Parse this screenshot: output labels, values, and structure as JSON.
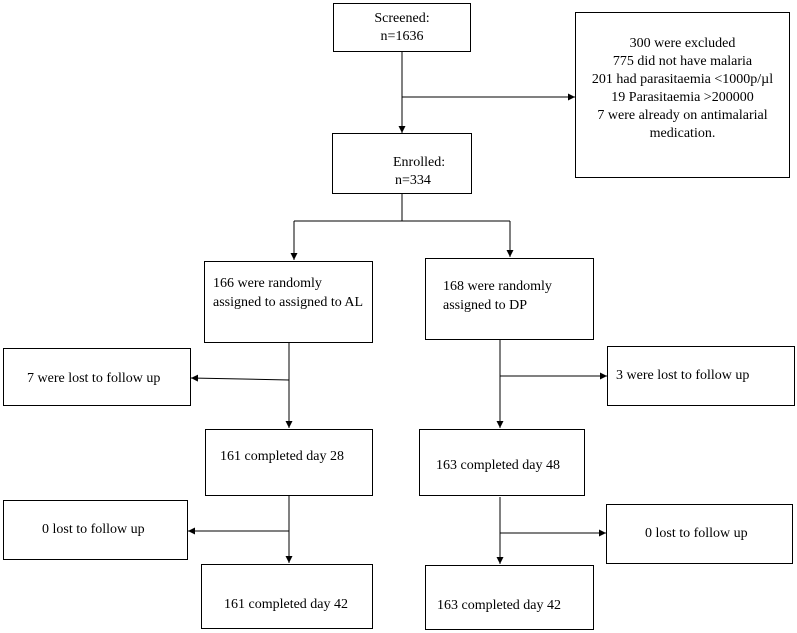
{
  "screened": {
    "line1": "Screened:",
    "line2": "n=1636"
  },
  "excluded": {
    "lines": [
      "300 were excluded",
      "775 did not have malaria",
      "201 had parasitaemia <1000p/µl",
      "19 Parasitaemia >200000",
      "7 were already on antimalarial",
      "medication."
    ]
  },
  "enrolled": {
    "line1": "Enrolled:",
    "line2": "n=334"
  },
  "arm_al": {
    "assigned_line1": "166 were randomly",
    "assigned_line2": "assigned to assigned to AL",
    "lost1": "7 were lost to follow up",
    "day28": "161 completed day 28",
    "lost2": "0 lost to follow up",
    "day42": "161 completed day 42"
  },
  "arm_dp": {
    "assigned_line1": "168 were randomly",
    "assigned_line2": "assigned to DP",
    "lost1": "3 were lost to follow up",
    "day48": "163 completed day 48",
    "lost2": "0 lost to follow up",
    "day42": "163 completed day 42"
  }
}
